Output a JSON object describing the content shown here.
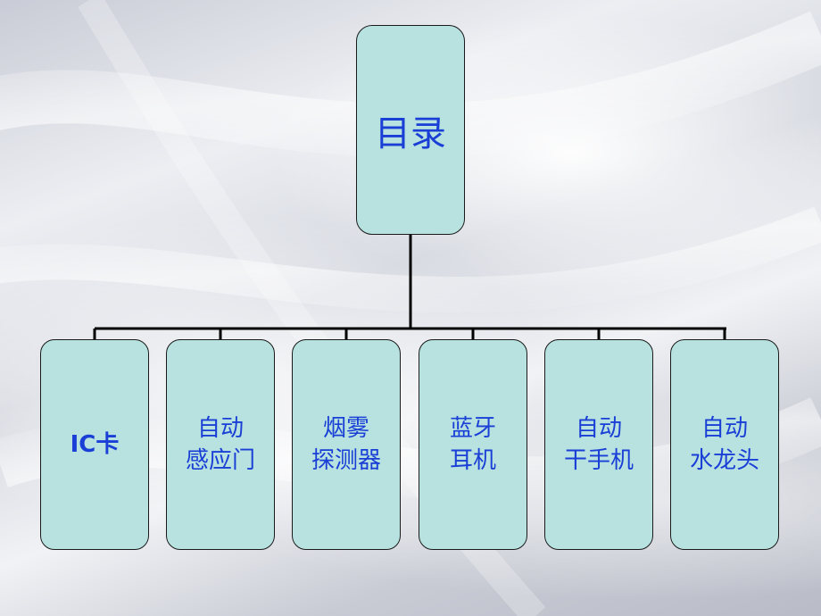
{
  "diagram": {
    "root": {
      "label": "目录"
    },
    "children": [
      {
        "label": "IC卡"
      },
      {
        "label": "自动\n感应门"
      },
      {
        "label": "烟雾\n探测器"
      },
      {
        "label": "蓝牙\n耳机"
      },
      {
        "label": "自动\n干手机"
      },
      {
        "label": "自动\n水龙头"
      }
    ]
  },
  "colors": {
    "node_fill": "#b7e2e0",
    "text": "#1a3fd6",
    "connector": "#000000"
  }
}
